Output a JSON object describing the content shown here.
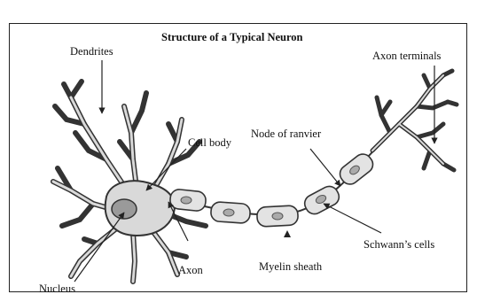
{
  "title": "Structure of a Typical Neuron",
  "labels": {
    "dendrites": "Dendrites",
    "axon_terminals": "Axon terminals",
    "cell_body": "Cell body",
    "node_of_ranvier": "Node of ranvier",
    "schwann_cells": "Schwann’s cells",
    "axon": "Axon",
    "myelin_sheath": "Myelin sheath",
    "nucleus": "Nucleus"
  },
  "colors": {
    "outline": "#333333",
    "cell_fill": "#d9d9d9",
    "nucleus_fill": "#9a9a9a",
    "sheath_fill": "#e3e3e3"
  }
}
